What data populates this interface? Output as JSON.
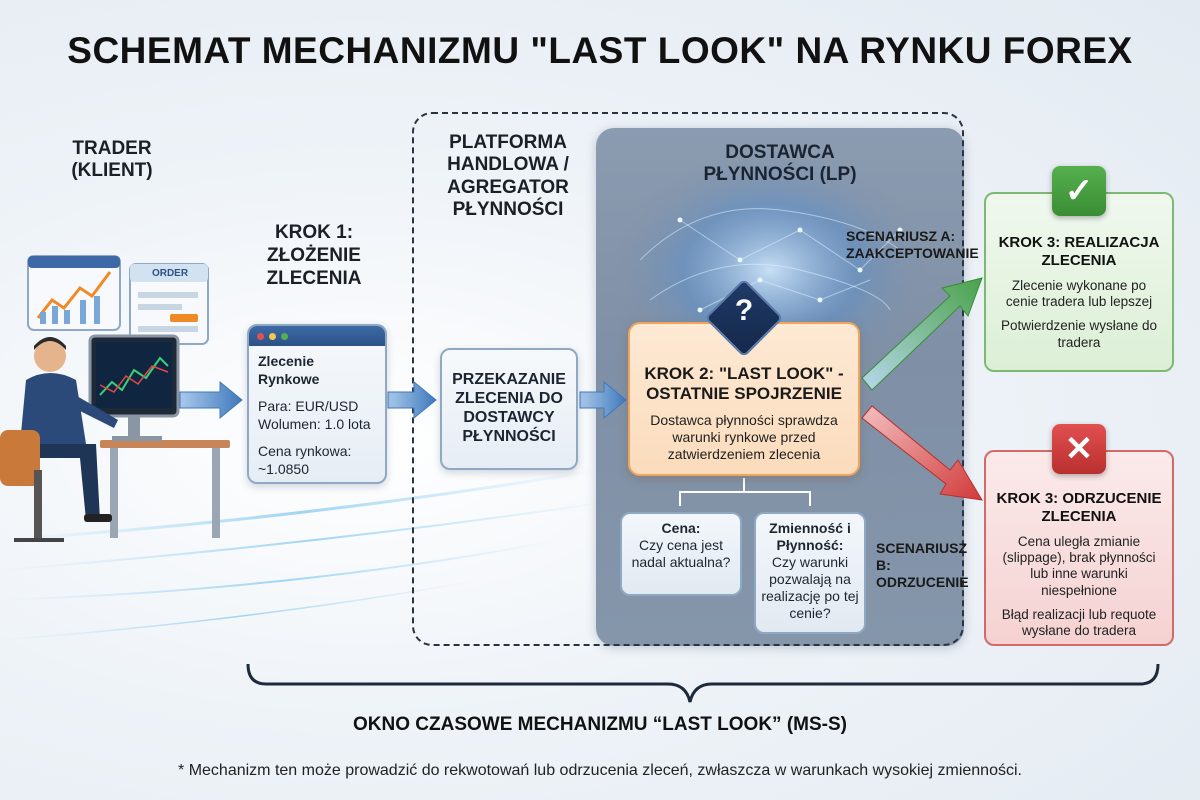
{
  "title": "SCHEMAT MECHANIZMU \"LAST LOOK\" NA RYNKU FOREX",
  "trader": {
    "heading": "TRADER (KLIENT)",
    "order_window_label": "ORDER"
  },
  "step1": {
    "heading": "KROK 1: ZŁOŻENIE ZLECENIA",
    "card_title": "Zlecenie Rynkowe",
    "pair": "Para: EUR/USD",
    "volume": "Wolumen: 1.0 lota",
    "price_label": "Cena rynkowa:",
    "price_value": "~1.0850"
  },
  "platform": {
    "heading": "PLATFORMA HANDLOWA / AGREGATOR PŁYNNOŚCI",
    "relay_text": "PRZEKAZANIE ZLECENIA DO DOSTAWCY PŁYNNOŚCI"
  },
  "lp": {
    "heading": "DOSTAWCA PŁYNNOŚCI (LP)"
  },
  "step2": {
    "icon": "question-mark",
    "icon_glyph": "?",
    "heading": "KROK 2: \"LAST LOOK\" - OSTATNIE SPOJRZENIE",
    "text": "Dostawca płynności sprawdza warunki rynkowe przed zatwierdzeniem zlecenia",
    "check_price_title": "Cena:",
    "check_price_text": "Czy cena jest nadal aktualna?",
    "check_vol_title": "Zmienność i Płynność:",
    "check_vol_text": "Czy warunki pozwalają na realizację po tej cenie?"
  },
  "scenario_a": "SCENARIUSZ A: ZAAKCEPTOWANIE",
  "scenario_b": "SCENARIUSZ B: ODRZUCENIE",
  "accept": {
    "icon": "check",
    "icon_glyph": "✓",
    "heading": "KROK 3: REALIZACJA ZLECENIA",
    "text1": "Zlecenie wykonane po cenie tradera lub lepszej",
    "text2": "Potwierdzenie wysłane do tradera"
  },
  "reject": {
    "icon": "cross",
    "icon_glyph": "✕",
    "heading": "KROK 3: ODRZUCENIE ZLECENIA",
    "text1": "Cena uległa zmianie (slippage), brak płynności lub inne warunki niespełnione",
    "text2": "Błąd realizacji lub requote wysłane do tradera"
  },
  "time_window": "OKNO CZASOWE MECHANIZMU “LAST LOOK” (MS-S)",
  "footnote": "* Mechanizm ten może prowadzić do rekwotowań lub odrzucenia zleceń, zwłaszcza w warunkach wysokiej zmienności.",
  "colors": {
    "accent_blue": "#4f86c6",
    "accept_green": "#3a8d34",
    "reject_red": "#b92f2f",
    "lastlook_orange": "#f0a45c"
  }
}
